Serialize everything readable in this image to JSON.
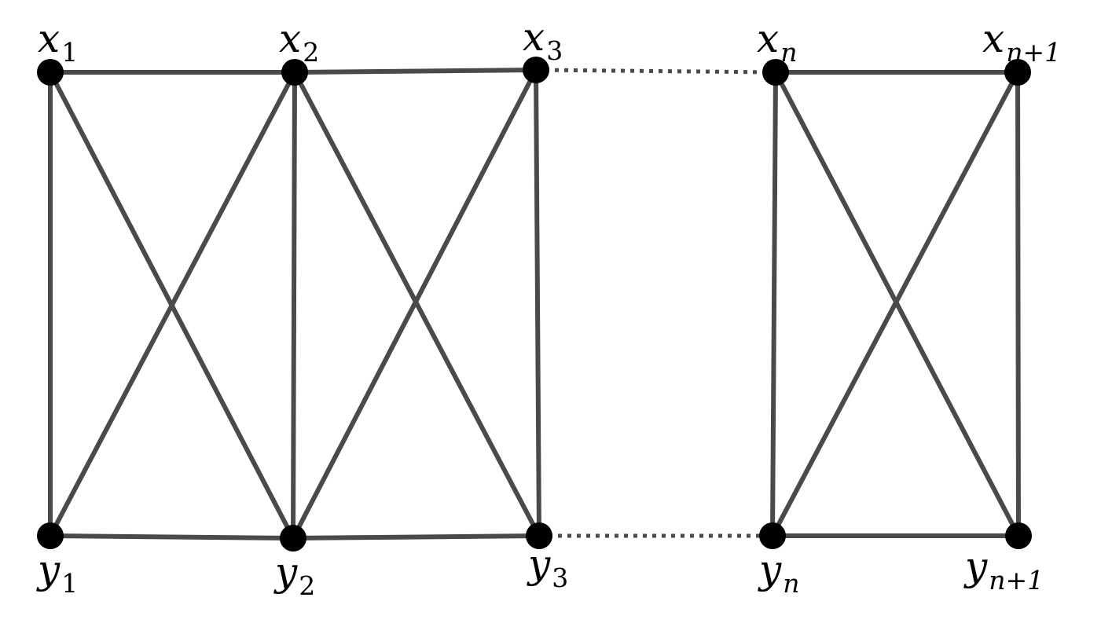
{
  "diagram": {
    "nodes": [
      {
        "id": "x1",
        "label": "x",
        "sub": "1"
      },
      {
        "id": "x2",
        "label": "x",
        "sub": "2"
      },
      {
        "id": "x3",
        "label": "x",
        "sub": "3"
      },
      {
        "id": "xn",
        "label": "x",
        "sub": "n"
      },
      {
        "id": "xn1",
        "label": "x",
        "sub": "n+1"
      },
      {
        "id": "y1",
        "label": "y",
        "sub": "1"
      },
      {
        "id": "y2",
        "label": "y",
        "sub": "2"
      },
      {
        "id": "y3",
        "label": "y",
        "sub": "3"
      },
      {
        "id": "yn",
        "label": "y",
        "sub": "n"
      },
      {
        "id": "yn1",
        "label": "y",
        "sub": "n+1"
      }
    ],
    "edges": [
      {
        "from": "x1",
        "to": "x2",
        "style": "solid"
      },
      {
        "from": "x2",
        "to": "x3",
        "style": "solid"
      },
      {
        "from": "x3",
        "to": "xn",
        "style": "dotted"
      },
      {
        "from": "xn",
        "to": "xn1",
        "style": "solid"
      },
      {
        "from": "y1",
        "to": "y2",
        "style": "solid"
      },
      {
        "from": "y2",
        "to": "y3",
        "style": "solid"
      },
      {
        "from": "y3",
        "to": "yn",
        "style": "dotted"
      },
      {
        "from": "yn",
        "to": "yn1",
        "style": "solid"
      },
      {
        "from": "x1",
        "to": "y1",
        "style": "solid"
      },
      {
        "from": "x2",
        "to": "y2",
        "style": "solid"
      },
      {
        "from": "x3",
        "to": "y3",
        "style": "solid"
      },
      {
        "from": "xn",
        "to": "yn",
        "style": "solid"
      },
      {
        "from": "xn1",
        "to": "yn1",
        "style": "solid"
      },
      {
        "from": "x1",
        "to": "y2",
        "style": "solid"
      },
      {
        "from": "x2",
        "to": "y1",
        "style": "solid"
      },
      {
        "from": "x2",
        "to": "y3",
        "style": "solid"
      },
      {
        "from": "x3",
        "to": "y2",
        "style": "solid"
      },
      {
        "from": "xn",
        "to": "yn1",
        "style": "solid"
      },
      {
        "from": "xn1",
        "to": "yn",
        "style": "solid"
      }
    ]
  }
}
